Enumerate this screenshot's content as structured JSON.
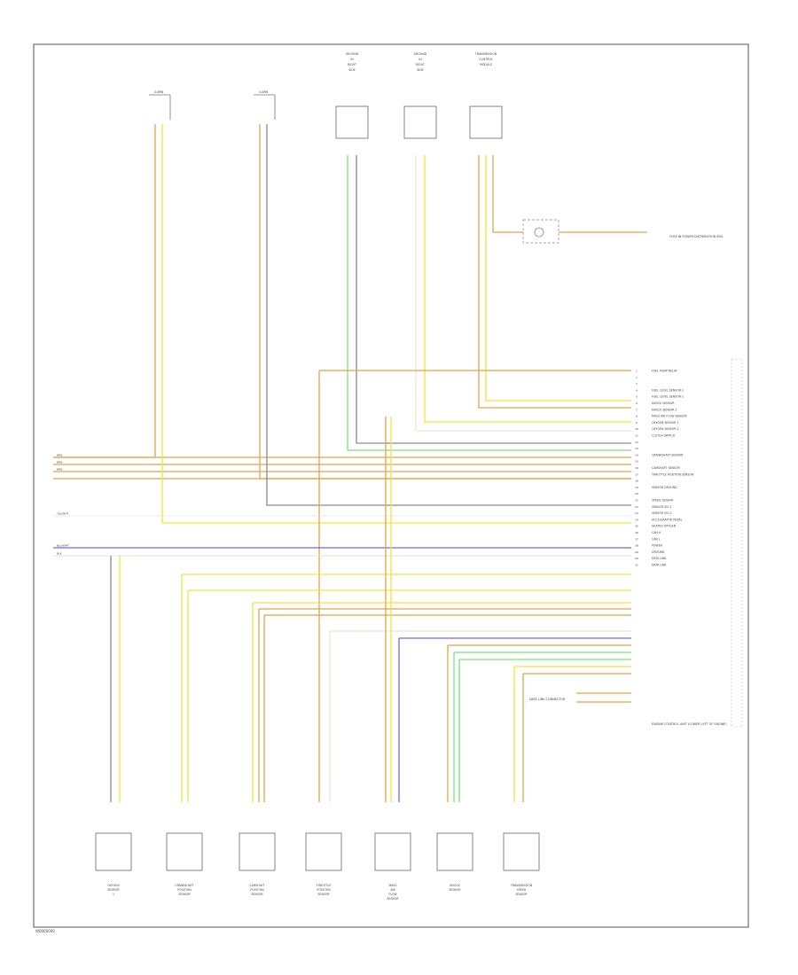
{
  "page_code": "W0000000",
  "colors": {
    "orange": "#e0a54a",
    "yellow": "#f2e33a",
    "green": "#7ee07a",
    "blue": "#6a6ae8",
    "gray": "#8a8a8a",
    "white_wire": "#e8e8d8",
    "frame": "#555555"
  },
  "top_connectors": [
    {
      "label": "G.BRN"
    },
    {
      "label": "G.BRN"
    },
    {
      "label": "GROUND IN RIGHT SIDE"
    },
    {
      "label": "GROUND IN RIGHT SIDE"
    },
    {
      "label": "TRANSMISSION CONTROL MODULE"
    }
  ],
  "fuse_label": "FUSE IN POWER DISTRIBUTION BOX",
  "ecu_label": "ENGINE CONTROL UNIT (LOWER LEFT OF ENGINE)",
  "right_pins": [
    {
      "label": "FUEL PUMP RELAY"
    },
    {
      "label": ""
    },
    {
      "label": ""
    },
    {
      "label": "FUEL LEVEL SENSOR 1"
    },
    {
      "label": "FUEL LEVEL SENSOR 2"
    },
    {
      "label": "KNOCK SENSOR"
    },
    {
      "label": "KNOCK SENSOR 2"
    },
    {
      "label": "MASS AIR FLOW SENSOR"
    },
    {
      "label": "OXYGEN SENSOR 1"
    },
    {
      "label": "OXYGEN SENSOR 2"
    },
    {
      "label": "CLUTCH SWITCH"
    },
    {
      "label": ""
    },
    {
      "label": ""
    },
    {
      "label": "CRANKSHAFT SENSOR"
    },
    {
      "label": ""
    },
    {
      "label": "CAMSHAFT SENSOR"
    },
    {
      "label": "THROTTLE POSITION SENSOR"
    },
    {
      "label": ""
    },
    {
      "label": "SENSOR GROUND"
    },
    {
      "label": ""
    },
    {
      "label": "SPEED SENSOR"
    },
    {
      "label": "SENSOR SIG 1"
    },
    {
      "label": "SENSOR SIG 2"
    },
    {
      "label": "ACCELERATOR PEDAL"
    },
    {
      "label": "HEATED OXYGEN"
    },
    {
      "label": "CAN H"
    },
    {
      "label": "CAN L"
    },
    {
      "label": "POWER"
    },
    {
      "label": "GROUND"
    },
    {
      "label": "DATA LINK"
    },
    {
      "label": "DATA LINK"
    }
  ],
  "left_wires": [
    {
      "label": "BRN"
    },
    {
      "label": "BRN"
    },
    {
      "label": "BRN"
    },
    {
      "label": "YEL/WHT"
    },
    {
      "label": "BLU/WHT"
    },
    {
      "label": "BLK"
    }
  ],
  "bottom_components": [
    {
      "label": "OXYGEN SENSOR 1"
    },
    {
      "label": "CRANKSHAFT POSITION SENSOR"
    },
    {
      "label": "CAMSHAFT POSITION SENSOR"
    },
    {
      "label": "THROTTLE POSITION SENSOR"
    },
    {
      "label": "MASS AIR FLOW SENSOR"
    },
    {
      "label": "KNOCK SENSOR"
    },
    {
      "label": "TRANSMISSION SPEED SENSOR"
    }
  ],
  "data_link_label": "DATA LINK CONNECTOR"
}
